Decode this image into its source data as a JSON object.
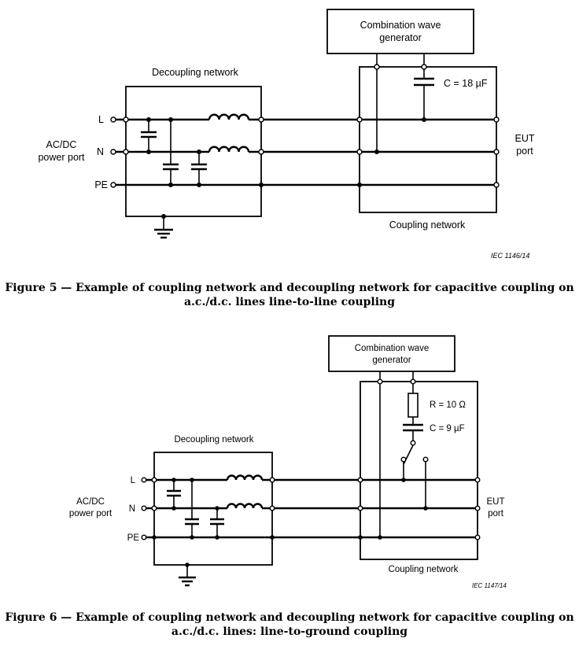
{
  "figure5": {
    "generator_label": [
      "Combination wave",
      "generator"
    ],
    "decoupling_label": "Decoupling network",
    "coupling_label": "Coupling network",
    "capacitor_label": "C = 18 µF",
    "line_L": "L",
    "line_N": "N",
    "line_PE": "PE",
    "port_label": [
      "AC/DC",
      "power port"
    ],
    "eut_label": [
      "EUT",
      "port"
    ],
    "ref": "IEC   1146/14",
    "caption": [
      "Figure 5 — Example of coupling network and decoupling network for capacitive coupling on",
      "a.c./d.c. lines line-to-line coupling"
    ]
  },
  "figure6": {
    "generator_label": [
      "Combination wave",
      "generator"
    ],
    "decoupling_label": "Decoupling network",
    "coupling_label": "Coupling network",
    "resistor_label": "R = 10 Ω",
    "capacitor_label": "C = 9 µF",
    "line_L": "L",
    "line_N": "N",
    "line_PE": "PE",
    "port_label": [
      "AC/DC",
      "power port"
    ],
    "eut_label": [
      "EUT",
      "port"
    ],
    "ref": "IEC  1147/14",
    "caption": [
      "Figure 6 — Example of coupling network and decoupling network for capacitive coupling on",
      "a.c./d.c. lines: line-to-ground coupling"
    ]
  }
}
